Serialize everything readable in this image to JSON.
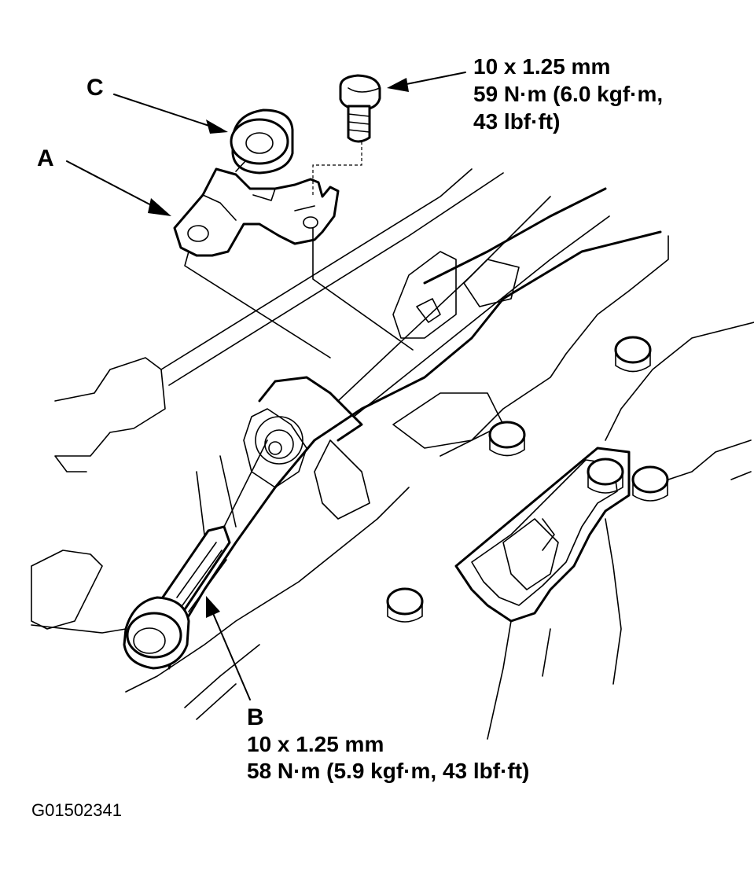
{
  "labels": {
    "a": "A",
    "b": "B",
    "c": "C"
  },
  "bolt_top": {
    "size": "10 x 1.25 mm",
    "torque_line1": "59 N·m (6.0 kgf·m,",
    "torque_line2": "43 lbf·ft)"
  },
  "bolt_b": {
    "size": "10 x 1.25 mm",
    "torque": "58 N·m (5.9 kgf·m, 43 lbf·ft)"
  },
  "figure_id": "G01502341",
  "colors": {
    "ink": "#000000",
    "paper": "#ffffff"
  }
}
